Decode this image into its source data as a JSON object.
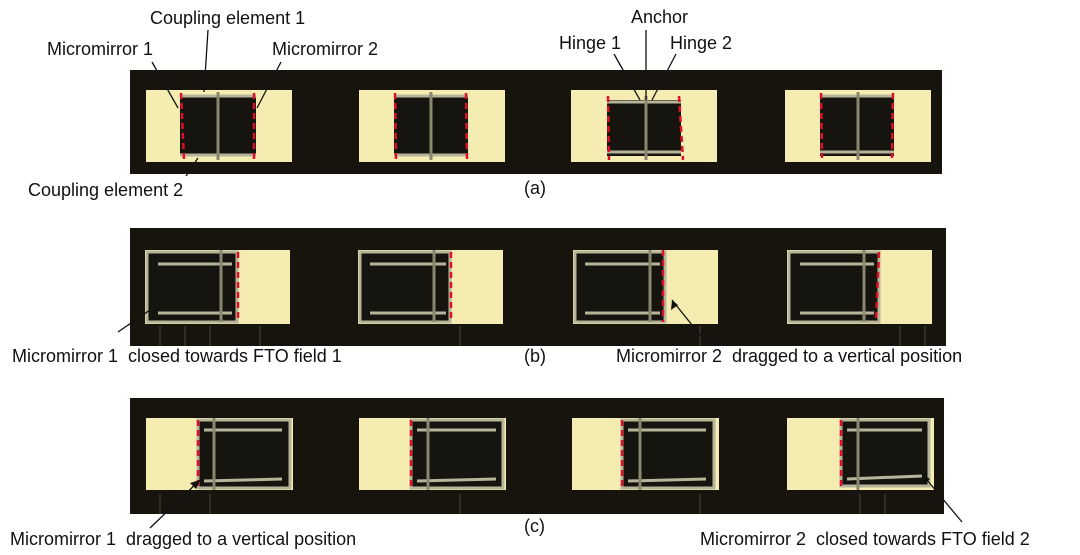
{
  "labels": {
    "coupling1": "Coupling element 1",
    "micromirror1": "Micromirror 1",
    "micromirror2": "Micromirror 2",
    "anchor": "Anchor",
    "hinge1": "Hinge 1",
    "hinge2": "Hinge 2",
    "coupling2": "Coupling element 2",
    "b_left": "Micromirror 1  closed towards FTO field 1",
    "b_right": "Micromirror 2  dragged to a vertical position",
    "c_left": "Micromirror 1  dragged to a vertical position",
    "c_right": "Micromirror 2  closed towards FTO field 2"
  },
  "captions": {
    "a": "(a)",
    "b": "(b)",
    "c": "(c)"
  },
  "colors": {
    "background": "#ffffff",
    "strip": "#16140c",
    "fto_field": "#f4ecb0",
    "frame": "#b8b49a",
    "mirror_dark": "#15140f",
    "dashed_marker": "#e0102a",
    "annotation": "#111111"
  },
  "rows": [
    {
      "caption": "a",
      "cells": [
        "open",
        "open",
        "open",
        "open"
      ]
    },
    {
      "caption": "b",
      "cells": [
        "left-closed",
        "left-closed",
        "left-closed",
        "left-closed"
      ]
    },
    {
      "caption": "c",
      "cells": [
        "right-closed",
        "right-closed",
        "right-closed",
        "right-closed"
      ]
    }
  ]
}
